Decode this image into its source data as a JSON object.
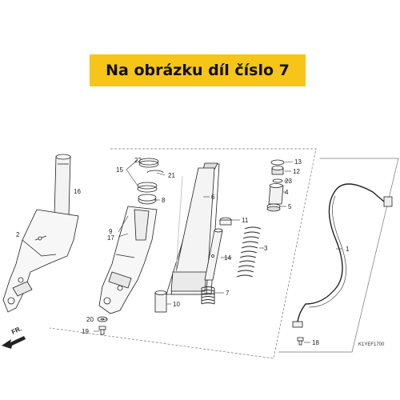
{
  "banner": {
    "text": "Na obrázku díl číslo 7",
    "color": "#f6c518"
  },
  "diagram_code": "K1YEF1700",
  "direction_label": "FR.",
  "callouts": {
    "c1": "1",
    "c2": "2",
    "c3": "3",
    "c4": "4",
    "c5": "5",
    "c6": "6",
    "c7": "7",
    "c8": "8",
    "c9": "9",
    "c10": "10",
    "c11": "11",
    "c12": "12",
    "c13": "13",
    "c14": "14",
    "c15": "15",
    "c16": "16",
    "c17": "17",
    "c18": "18",
    "c19": "19",
    "c20": "20",
    "c21": "21",
    "c22": "22",
    "c23": "23"
  },
  "highlighted_part": "7"
}
